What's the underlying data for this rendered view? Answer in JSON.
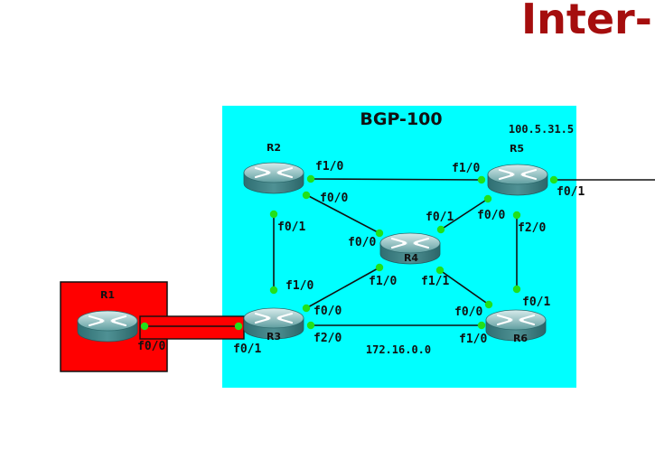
{
  "title": "Inter-",
  "area": {
    "title": "BGP-100"
  },
  "notes": {
    "r5_address": "100.5.31.5",
    "network": "172.16.0.0"
  },
  "routers": [
    {
      "id": "r1",
      "name": "R1"
    },
    {
      "id": "r2",
      "name": "R2"
    },
    {
      "id": "r3",
      "name": "R3"
    },
    {
      "id": "r4",
      "name": "R4"
    },
    {
      "id": "r5",
      "name": "R5"
    },
    {
      "id": "r6",
      "name": "R6"
    }
  ],
  "interfaces": {
    "r1_f00": "f0/0",
    "r3_f01": "f0/1",
    "r2_f10": "f1/0",
    "r2_f00": "f0/0",
    "r2_f01": "f0/1",
    "r5_f10": "f1/0",
    "r5_f00": "f0/0",
    "r5_f01": "f0/1",
    "r5_f20": "f2/0",
    "r4_f00": "f0/0",
    "r4_f01": "f0/1",
    "r4_f10": "f1/0",
    "r4_f11": "f1/1",
    "r3_f10": "f1/0",
    "r3_f00": "f0/0",
    "r3_f20": "f2/0",
    "r6_f00": "f0/0",
    "r6_f01": "f0/1",
    "r6_f10": "f1/0"
  },
  "colors": {
    "area": "#00ffff",
    "r1_box": "#ff0000",
    "link_dot": "#22e01a",
    "title": "#a50d0d",
    "router": "#3f7f82"
  }
}
